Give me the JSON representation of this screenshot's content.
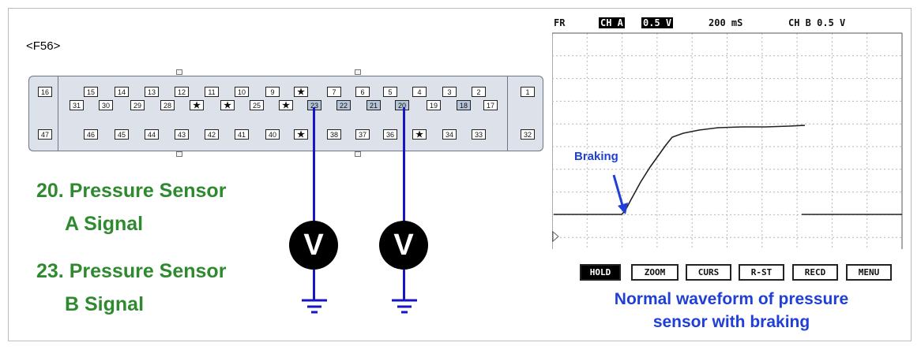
{
  "connector": {
    "label": "<F56>",
    "top_row": [
      "16",
      "15",
      "14",
      "13",
      "12",
      "11",
      "10",
      "9",
      "★",
      "7",
      "6",
      "5",
      "4",
      "3",
      "2",
      "1"
    ],
    "middle_row": [
      "31",
      "30",
      "29",
      "28",
      "★",
      "★",
      "25",
      "★",
      "23",
      "22",
      "21",
      "20",
      "19",
      "18",
      "17"
    ],
    "bottom_row": [
      "47",
      "46",
      "45",
      "44",
      "43",
      "42",
      "41",
      "40",
      "★",
      "38",
      "37",
      "36",
      "★",
      "34",
      "33",
      "32"
    ],
    "highlighted_pins": [
      "23",
      "22",
      "21",
      "20",
      "18"
    ]
  },
  "legend": {
    "item1_line1": "20. Pressure Sensor",
    "item1_line2": "A Signal",
    "item2_line1": "23. Pressure Sensor",
    "item2_line2": "B Signal"
  },
  "meters": [
    {
      "symbol": "V",
      "pin": "23"
    },
    {
      "symbol": "V",
      "pin": "20"
    }
  ],
  "scope": {
    "header": {
      "fr": "FR",
      "ch_a": "CH A",
      "ch_a_value": "0.5 V",
      "time": "200 mS",
      "ch_b": "CH B 0.5 V"
    },
    "buttons": [
      {
        "label": "HOLD",
        "active": true
      },
      {
        "label": "ZOOM",
        "active": false
      },
      {
        "label": "CURS",
        "active": false
      },
      {
        "label": "R-ST",
        "active": false
      },
      {
        "label": "RECD",
        "active": false
      },
      {
        "label": "MENU",
        "active": false
      }
    ],
    "annotation": "Braking",
    "caption_line1": "Normal waveform of pressure",
    "caption_line2": "sensor with braking"
  },
  "colors": {
    "wire": "#1616c6",
    "legend_text": "#2f8a2f",
    "caption_text": "#1f3fd6",
    "pin_highlight": "#b6c4d8"
  }
}
